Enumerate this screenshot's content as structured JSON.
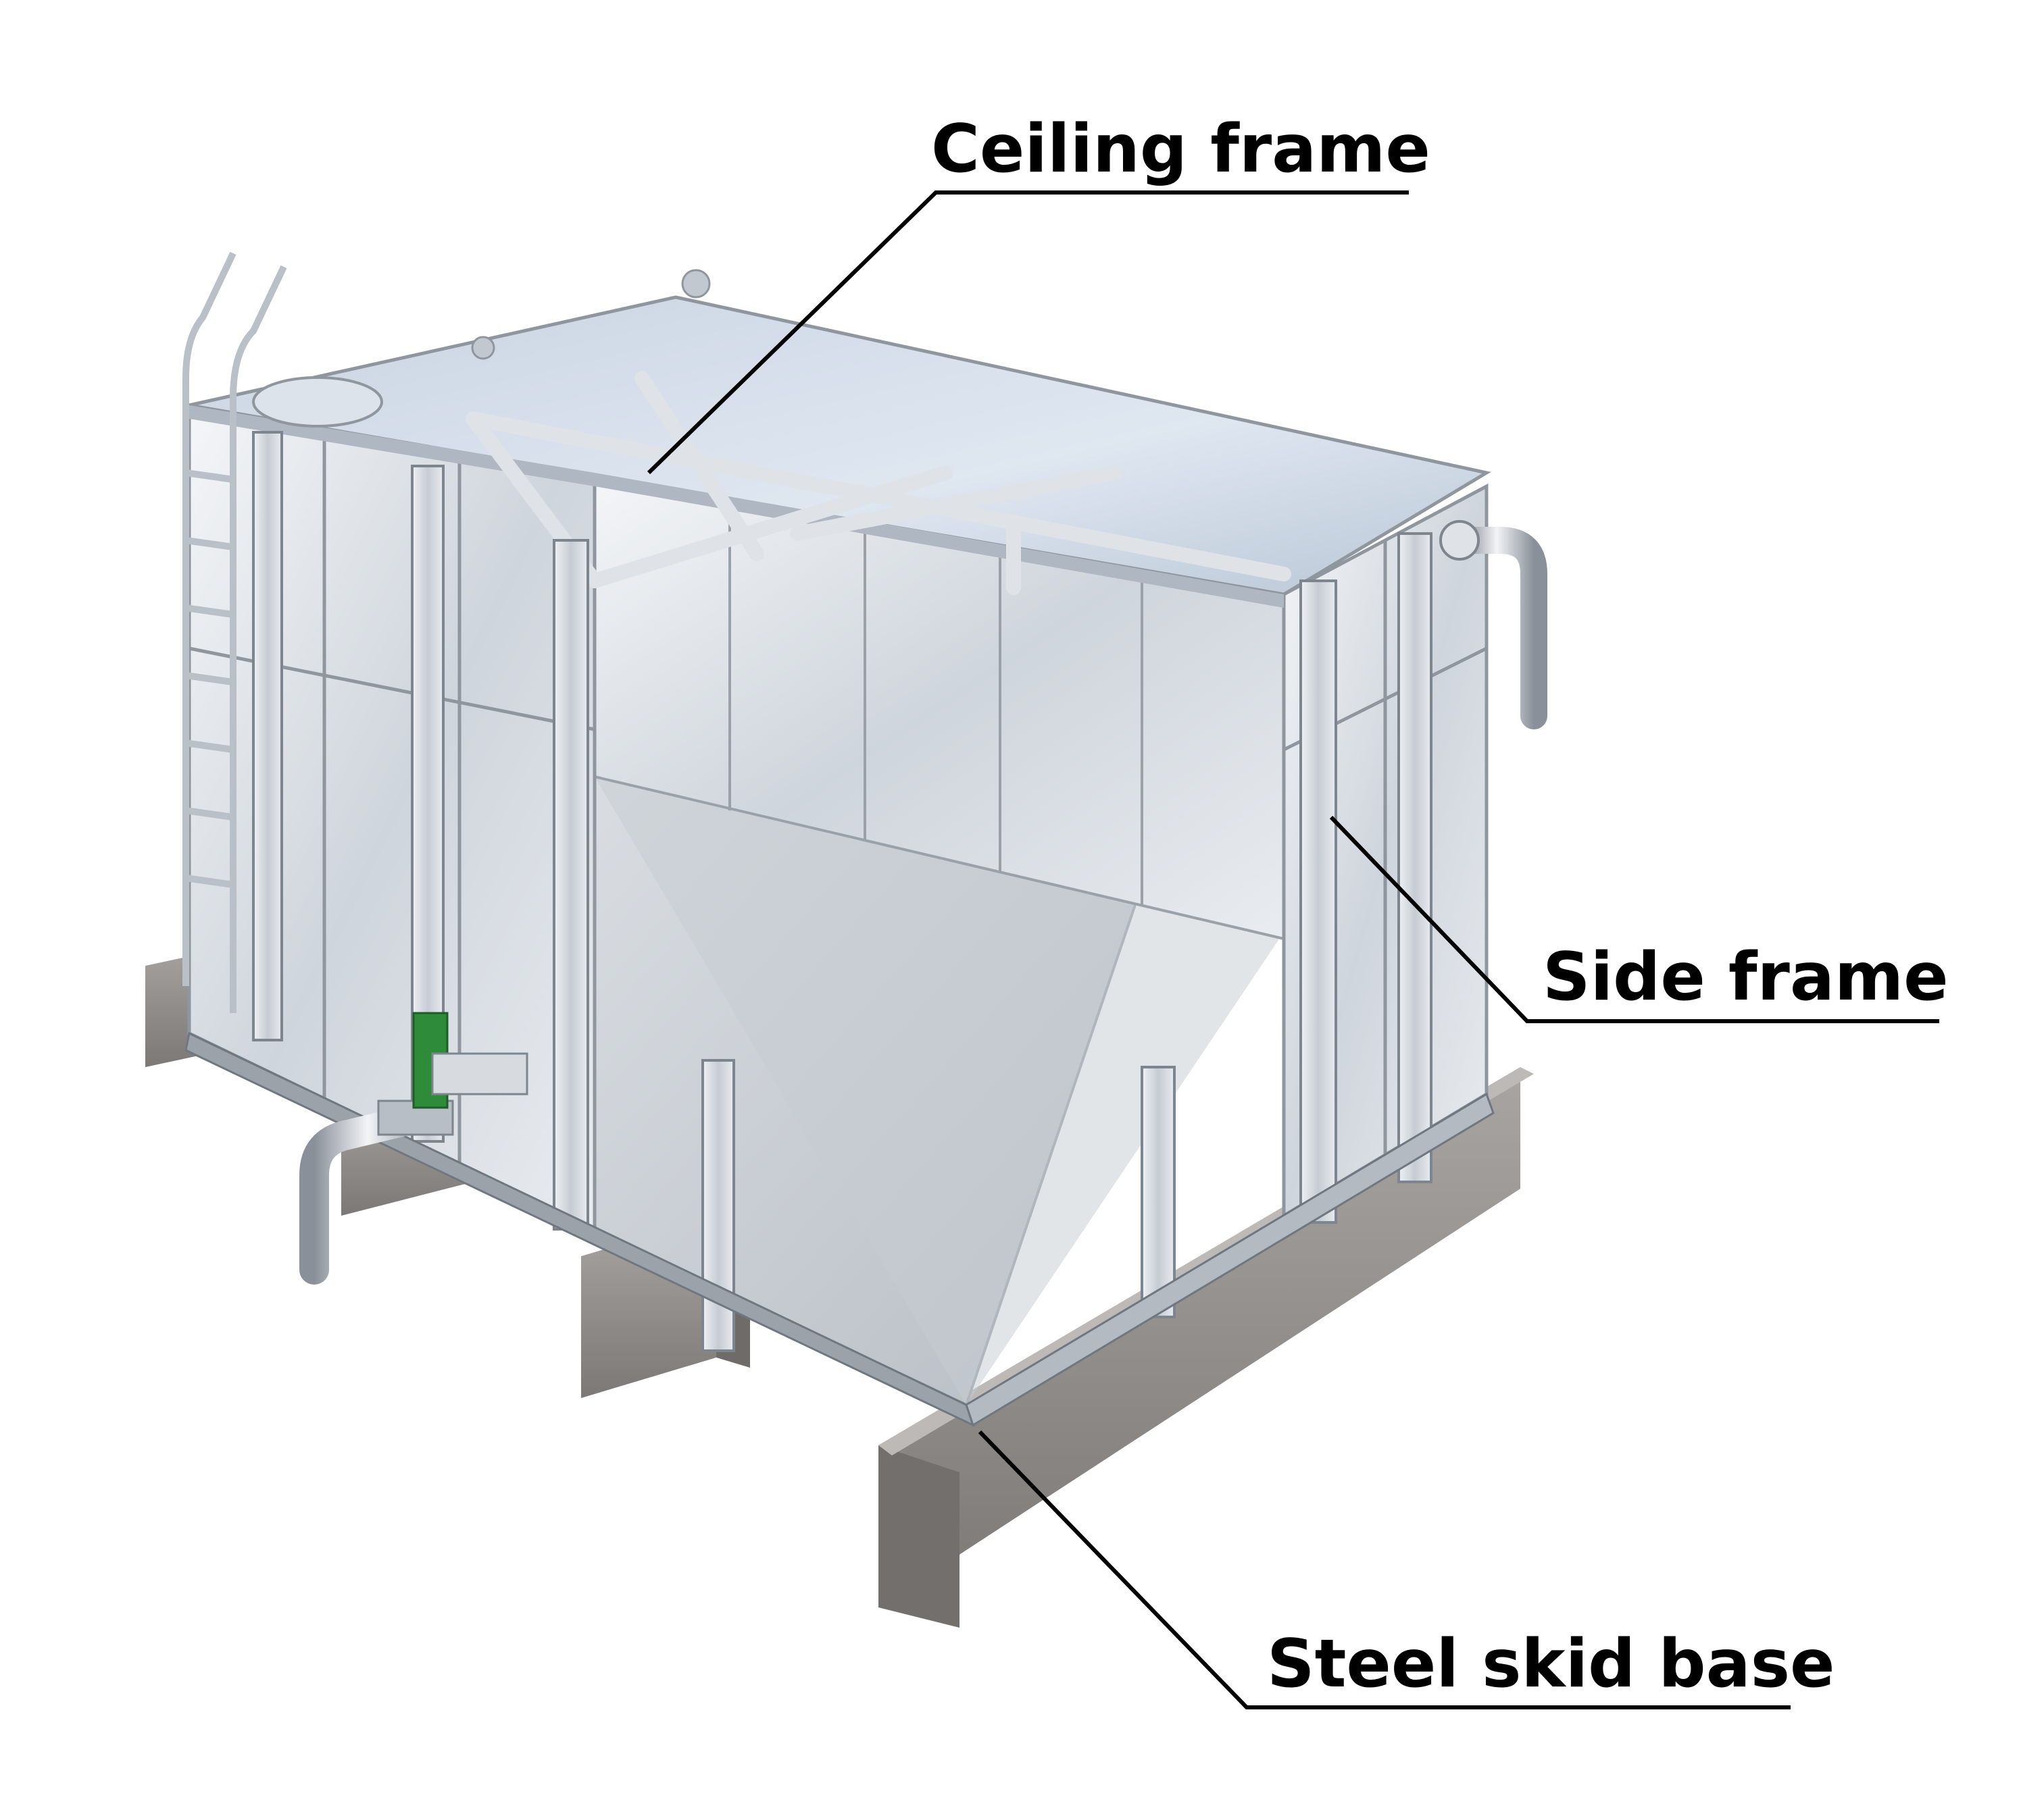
{
  "callouts": {
    "ceiling_frame": "Ceiling frame",
    "side_frame": "Side frame",
    "steel_skid_base": "Steel skid base"
  },
  "colors": {
    "background": "#ffffff",
    "steel_light": "#e6eaef",
    "steel_mid": "#bcc3cb",
    "steel_dark": "#7d858e",
    "roof_blue": "#d7e1ee",
    "concrete": "#8e8a88",
    "valve_green": "#2e8b3a",
    "leader_line": "#000000"
  }
}
